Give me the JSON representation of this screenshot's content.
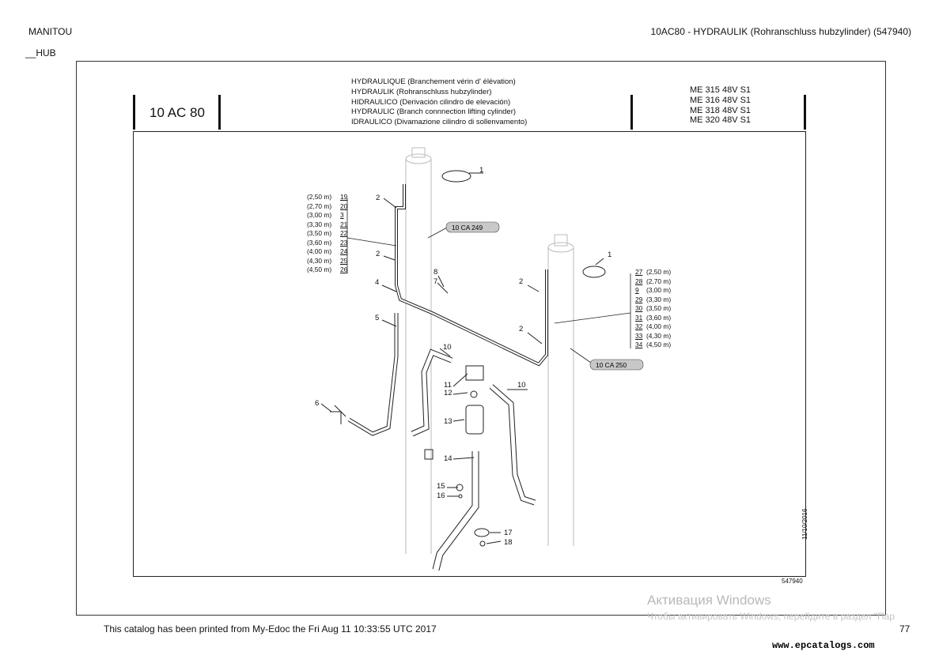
{
  "header": {
    "brand": "MANITOU",
    "sub": "__HUB",
    "title": "10AC80 - HYDRAULIK (Rohranschluss hubzylinder) (547940)"
  },
  "plate": {
    "code": "10 AC 80",
    "titles": [
      "HYDRAULIQUE (Branchement vérin d' élévation)",
      "HYDRAULIK (Rohranschluss hubzylinder)",
      "HIDRAULICO (Derivación cilindro de elevación)",
      "HYDRAULIC (Branch connnection lifting cylinder)",
      "IDRAULICO (Divamazione cilindro di sollenvamento)"
    ],
    "models": [
      "ME 315 48V S1",
      "ME 316 48V S1",
      "ME 318 48V S1",
      "ME 320 48V S1"
    ]
  },
  "lengths_left": [
    {
      "len": "(2,50 m)",
      "ref": "19"
    },
    {
      "len": "(2,70 m)",
      "ref": "20"
    },
    {
      "len": "(3,00 m)",
      "ref": "3"
    },
    {
      "len": "(3,30 m)",
      "ref": "21"
    },
    {
      "len": "(3,50 m)",
      "ref": "22"
    },
    {
      "len": "(3,60 m)",
      "ref": "23"
    },
    {
      "len": "(4,00 m)",
      "ref": "24"
    },
    {
      "len": "(4,30 m)",
      "ref": "25"
    },
    {
      "len": "(4,50 m)",
      "ref": "26"
    }
  ],
  "lengths_right": [
    {
      "ref": "27",
      "len": "(2,50 m)"
    },
    {
      "ref": "28",
      "len": "(2,70 m)"
    },
    {
      "ref": "9",
      "len": "(3,00 m)"
    },
    {
      "ref": "29",
      "len": "(3,30 m)"
    },
    {
      "ref": "30",
      "len": "(3,50 m)"
    },
    {
      "ref": "31",
      "len": "(3,60 m)"
    },
    {
      "ref": "32",
      "len": "(4,00 m)"
    },
    {
      "ref": "33",
      "len": "(4,30 m)"
    },
    {
      "ref": "34",
      "len": "(4,50 m)"
    }
  ],
  "references": {
    "left": "10 CA 249",
    "right": "10 CA 250"
  },
  "callouts": {
    "c1a": "1",
    "c1b": "1",
    "c2a": "2",
    "c2b": "2",
    "c2c": "2",
    "c2d": "2",
    "c4": "4",
    "c5": "5",
    "c6": "6",
    "c7": "7",
    "c8": "8",
    "c10a": "10",
    "c10b": "10",
    "c11": "11",
    "c12": "12",
    "c13": "13",
    "c14": "14",
    "c15": "15",
    "c16": "16",
    "c17": "17",
    "c18": "18"
  },
  "image_number": "547940",
  "date": "11/10/2016",
  "footer": {
    "text": "This catalog has been printed from My-Edoc the  Fri Aug 11 10:33:55 UTC 2017",
    "page": "77"
  },
  "watermark": {
    "line1": "Активация Windows",
    "line2": "Чтобы активировать Windows, перейдите в раздел \"Пар"
  },
  "site": "www.epcatalogs.com"
}
